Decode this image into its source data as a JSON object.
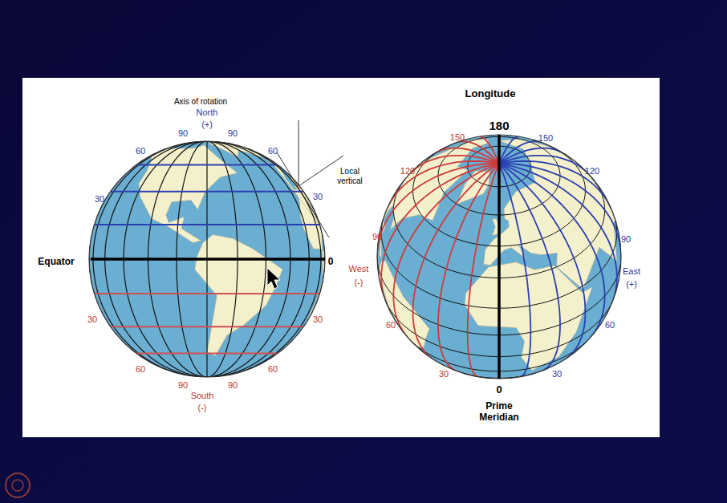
{
  "diagram": {
    "title": "Longitude",
    "labels": [
      "Axis of rotation",
      "North",
      "(+)",
      "90",
      "90",
      "60",
      "60",
      "30",
      "30",
      "Local vertical",
      "Equator",
      "0",
      "30",
      "30",
      "60",
      "60",
      "90",
      "90",
      "South",
      "(-)",
      "180",
      "150",
      "150",
      "120",
      "120",
      "90",
      "90",
      "West",
      "(-)",
      "East",
      "(+)",
      "60",
      "60",
      "30",
      "30",
      "0",
      "Prime Meridian"
    ]
  }
}
